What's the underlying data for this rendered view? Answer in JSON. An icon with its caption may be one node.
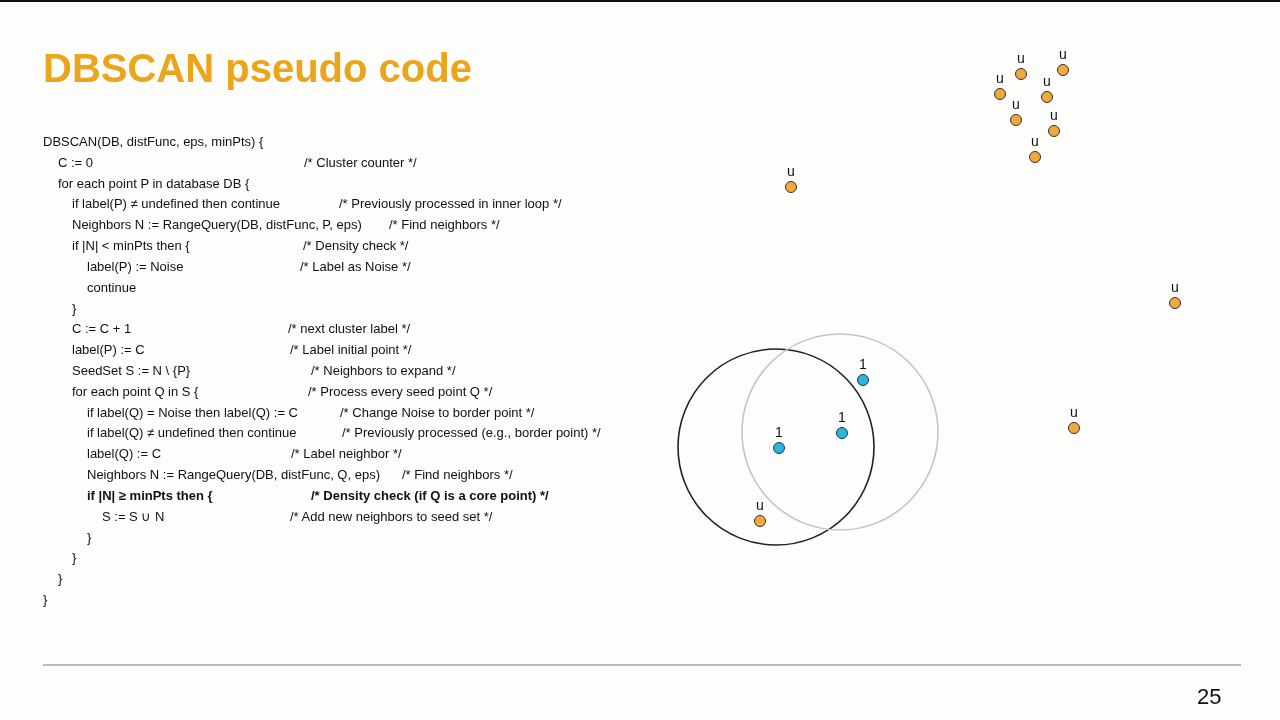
{
  "diagram": {
    "title": "DBSCAN pseudo code",
    "nodes": [
      {
        "text": [
          "u"
        ]
      },
      {
        "text": [
          "u"
        ]
      },
      {
        "text": [
          "u"
        ]
      },
      {
        "text": [
          "u"
        ]
      },
      {
        "text": [
          "u"
        ]
      },
      {
        "text": [
          "u"
        ]
      },
      {
        "text": [
          "u"
        ]
      },
      {
        "text": [
          "u"
        ]
      },
      {
        "text": [
          "u"
        ]
      },
      {
        "text": [
          "1"
        ]
      },
      {
        "text": [
          "u"
        ]
      },
      {
        "text": [
          "1"
        ]
      },
      {
        "text": [
          "1"
        ]
      },
      {
        "text": [
          "u"
        ]
      }
    ],
    "labels": [
      "DBSCAN(DB, distFunc, eps, minPts) {",
      "C := 0",
      "/* Cluster counter */",
      "for each point P in database DB {",
      "if label(P) ≠ undefined then continue",
      "/* Previously processed in inner loop */",
      "Neighbors N := RangeQuery(DB, distFunc, P, eps)",
      "/* Find neighbors */",
      "if |N| < minPts then {",
      "/* Density check */",
      "label(P) := Noise",
      "/* Label as Noise */",
      "continue",
      "}",
      "C := C + 1",
      "/* next cluster label */",
      "label(P) := C",
      "/* Label initial point */",
      "SeedSet S := N \\ {P}",
      "/* Neighbors to expand */",
      "for each point Q in S {",
      "/* Process every seed point Q */",
      "if label(Q) = Noise then label(Q) := C",
      "/* Change Noise to border point */",
      "if label(Q) ≠ undefined then continue",
      "/* Previously processed (e.g., border point) */",
      "label(Q) := C",
      "/* Label neighbor */",
      "Neighbors N := RangeQuery(DB, distFunc, Q, eps)",
      "/* Find neighbors */",
      "if |N| ≥ minPts then {",
      "/* Density check (if Q is a core point) */",
      "S := S ∪ N",
      "/* Add new neighbors to seed set */",
      "}",
      "}",
      "}",
      "}",
      "25"
    ]
  }
}
